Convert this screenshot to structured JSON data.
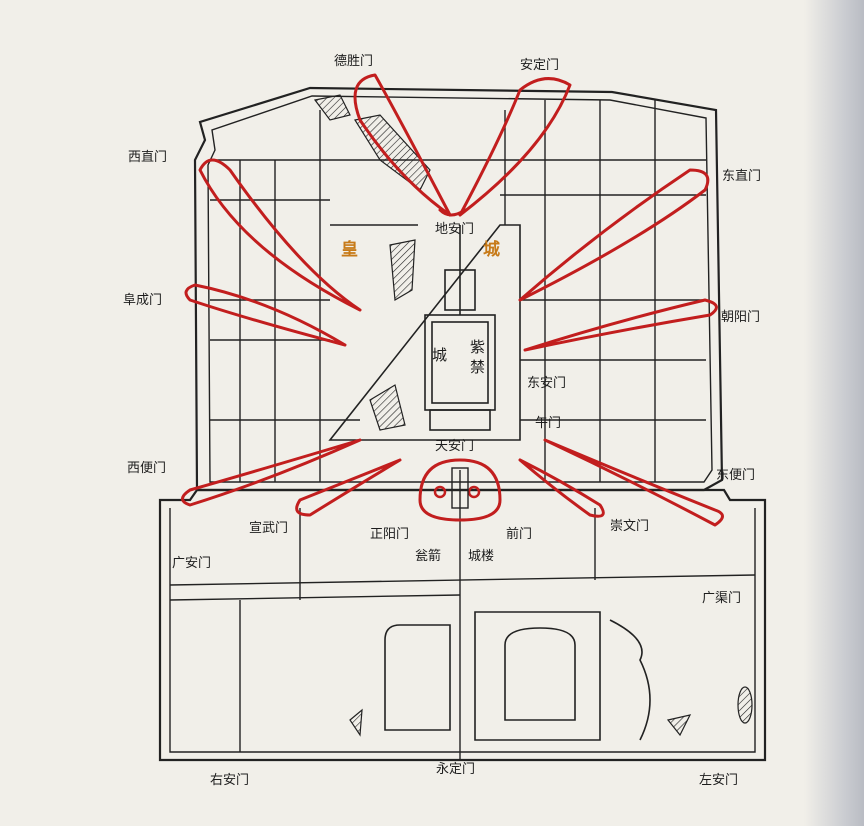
{
  "map": {
    "imperial_city": [
      "皇",
      "城"
    ],
    "forbidden_city": [
      "城",
      "紫",
      "禁"
    ],
    "inner_gates": {
      "deshengmen": "德胜门",
      "andingmen": "安定门",
      "xizhimen": "西直门",
      "dongzhimen": "东直门",
      "fuchengmen": "阜成门",
      "chaoyangmen": "朝阳门",
      "xibianmen": "西便门",
      "dongbianmen": "东便门",
      "xuanwumen": "宣武门",
      "chongwenmen": "崇文门"
    },
    "imperial_gates": {
      "dianmen": "地安门",
      "donganmen": "东安门",
      "wumen": "午门",
      "tiananmen": "天安门"
    },
    "front_gate": {
      "zhengyangmen": "正阳门",
      "qianmen": "前门",
      "jianlou": "瓮箭",
      "chenglou": "城楼"
    },
    "outer_gates": {
      "guanganmen": "广安门",
      "guangqumen": "广渠门",
      "youanmen": "右安门",
      "yongdingmen": "永定门",
      "zuoanmen": "左安门"
    },
    "colors": {
      "line": "#222222",
      "red": "#c21e1e",
      "orange": "#c77a18",
      "paper": "#f1efe9"
    }
  }
}
